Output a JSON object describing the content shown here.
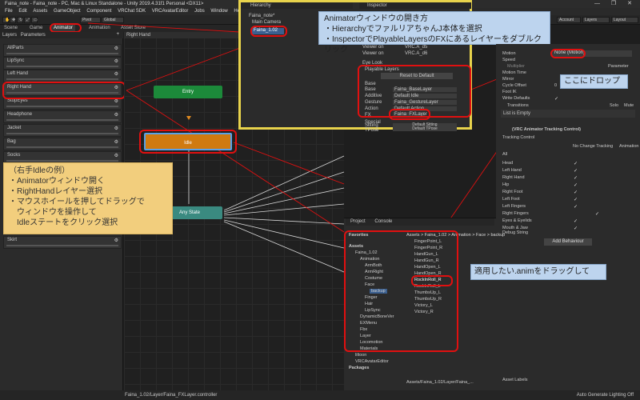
{
  "window": {
    "title": "Faina_note - Faina_note - PC, Mac & Linux Standalone - Unity 2019.4.31f1 Personal <DX11>",
    "controls": "— ❐ ✕"
  },
  "menubar": [
    "File",
    "Edit",
    "Assets",
    "GameObject",
    "Component",
    "VRChat SDK",
    "VRCAvatarEditor",
    "Jobs",
    "Window",
    "Help"
  ],
  "toolbar": {
    "pivot": "Pivot",
    "global": "Global",
    "account": "Account",
    "layers": "Layers",
    "layout": "Layout"
  },
  "tabs": {
    "scene": "Scene",
    "game": "Game",
    "animator": "Animator",
    "animation": "Animation",
    "asset_store": "Asset Store"
  },
  "animator": {
    "left_tabs": [
      "Layers",
      "Parameters"
    ],
    "add": "+",
    "layers": [
      "AllParts",
      "LipSync",
      "Left Hand",
      "Right Hand",
      "StopEyes",
      "Headphone",
      "Jacket",
      "Bag",
      "Socks",
      "Skirt"
    ],
    "breadcrumb": "Right Hand",
    "states": {
      "entry": "Entry",
      "idle": "Idle",
      "any_state": "Any State"
    },
    "footer": "Faina_1.02/Layer/Faina_FXLayer.controller"
  },
  "callouts": {
    "left": [
      "（右手Idleの例）",
      "・Animatorウィンドウ開く",
      "・RightHandレイヤー選択",
      "・マウスホイールを押してドラッグで",
      "　ウィンドウを操作して",
      "　Idleステートをクリック選択"
    ],
    "top": [
      "Animatorウィンドウの開き方",
      "・HierarchyでファルリアちゃんJ本体を選択",
      "・InspectorでPlayableLayersのFXにあるレイヤーをダブルクリック"
    ],
    "drop": "ここにドロップ",
    "anim": "適用したい.animをドラッグして"
  },
  "hierarchy": {
    "tab": "Hierarchy",
    "items": [
      "Faina_note*",
      "Main Camera",
      "Faina_1.02"
    ],
    "inspector_tab": "Inspector",
    "viewer_rows": [
      "Viewer on",
      "Viewer on"
    ],
    "viewer_values": [
      "VRC.A_d5",
      "VRC.A_d6"
    ],
    "eye_look": "Eye Look",
    "playable_layers": "Playable Layers",
    "reset": "Reset to Default",
    "base_label": "Base",
    "base_rows": [
      {
        "label": "Base",
        "value": "Faina_BaseLayer"
      },
      {
        "label": "Additive",
        "value": "Default Idle"
      },
      {
        "label": "Gesture",
        "value": "Faina_GestureLayer"
      },
      {
        "label": "Action",
        "value": "Default Action"
      },
      {
        "label": "FX",
        "value": "Faina_FXLayer"
      }
    ],
    "special_label": "Special",
    "special_rows": [
      {
        "label": "Sitting",
        "value": "Default Sitting"
      },
      {
        "label": "TPose",
        "value": "Default TPose"
      }
    ]
  },
  "inspector": {
    "motion_label": "Motion",
    "motion_value": "None (Motion)",
    "speed": "Speed",
    "multiplier": "Multiplier",
    "parameter": "Parameter",
    "motion_time": "Motion Time",
    "mirror": "Mirror",
    "cycle_offset": "Cycle Offset",
    "cycle_value": "0",
    "foot_ik": "Foot IK",
    "write_defaults": "Write Defaults",
    "transitions": "Transitions",
    "solo": "Solo",
    "mute": "Mute",
    "list_empty": "List is Empty",
    "component": "(VRC Animator Tracking Control)",
    "tracking_control": "Tracking Control",
    "col_no_change": "No Change Tracking",
    "col_animation": "Animation",
    "tracking_rows": [
      "All",
      "Head",
      "Left Hand",
      "Right Hand",
      "Hip",
      "Right Foot",
      "Left Foot",
      "Left Fingers",
      "Right Fingers",
      "Eyes & Eyelids",
      "Mouth & Jaw"
    ],
    "debug_string": "Debug String",
    "add_behaviour": "Add Behaviour",
    "asset_labels": "Asset Labels"
  },
  "project": {
    "tabs": [
      "Project",
      "Console"
    ],
    "favorites": "Favorites",
    "breadcrumb": "Assets > Faina_1.02 > Animation > Face > backup",
    "tree": [
      "Assets",
      "Faina_1.02",
      "Animation",
      "ArmBoth",
      "ArmRight",
      "Costume",
      "Face",
      "backup",
      "Finger",
      "Hair",
      "LipSync",
      "DynamicBoneVer",
      "EXMenu",
      "Fbx",
      "Layer",
      "Locomotion",
      "Materials",
      "liltoon",
      "VRCAvatarEditor",
      "Packages"
    ],
    "files": [
      "FingerPoint_L",
      "FingerPoint_R",
      "HandGun_L",
      "HandGun_R",
      "HandOpen_L",
      "HandOpen_R",
      "RockInRoll_L",
      "RockInRoll_R",
      "ThumbsUp_L",
      "ThumbsUp_R",
      "Victory_L",
      "Victory_R"
    ],
    "footer": "Assets/Faina_1.02/Layer/Faina_..."
  },
  "status": {
    "right": "Auto Generate Lighting Off"
  },
  "colors": {
    "idle": "#d07a10",
    "entry": "#1c8a3a",
    "any": "#3a8a80",
    "callout_yellow": "#f2ce7d",
    "callout_blue": "#bdd4ee",
    "highlight": "#e01010"
  }
}
